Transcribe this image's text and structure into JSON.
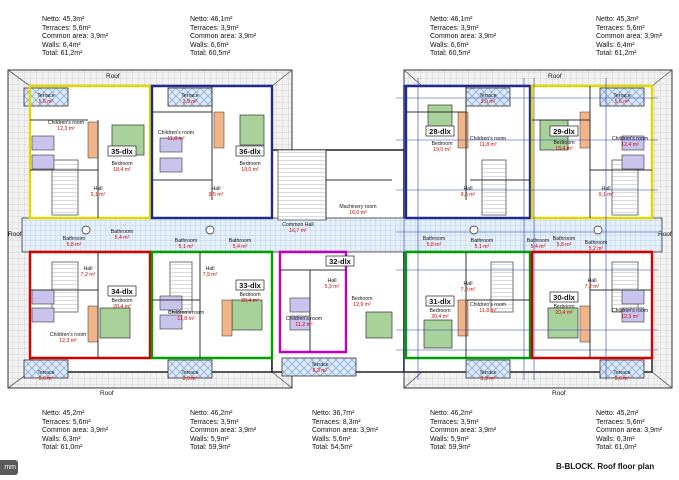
{
  "top_stats": [
    {
      "netto": "Netto: 45,3m²",
      "terraces": "Terraces: 5,6m²",
      "common": "Common area: 3,9m²",
      "walls": "Walls: 6,4m²",
      "total": "Total: 61,2m²"
    },
    {
      "netto": "Netto: 46,1m²",
      "terraces": "Terraces: 3,9m²",
      "common": "Common area: 3,9m²",
      "walls": "Walls: 6,6m²",
      "total": "Total: 60,5m²"
    },
    {
      "netto": "Netto: 46,1m²",
      "terraces": "Terraces: 3,9m²",
      "common": "Common area: 3,9m²",
      "walls": "Walls: 6,6m²",
      "total": "Total: 60,5m²"
    },
    {
      "netto": "Netto: 45,3m²",
      "terraces": "Terraces: 5,6m²",
      "common": "Common area: 3,9m²",
      "walls": "Walls: 6,4m²",
      "total": "Total: 61,2m²"
    }
  ],
  "bottom_stats": [
    {
      "netto": "Netto: 45,2m²",
      "terraces": "Terraces: 5,6m²",
      "common": "Common area: 3,9m²",
      "walls": "Walls: 6,3m²",
      "total": "Total: 61,0m²"
    },
    {
      "netto": "Netto: 46,2m²",
      "terraces": "Terraces: 3,9m²",
      "common": "Common area: 3,9m²",
      "walls": "Walls: 5,9m²",
      "total": "Total: 59,9m²"
    },
    {
      "netto": "Netto: 36,7m²",
      "terraces": "Terraces: 8,3m²",
      "common": "Common area: 3,9m²",
      "walls": "Walls: 5,6m²",
      "total": "Total: 54,5m²"
    },
    {
      "netto": "Netto: 46,2m²",
      "terraces": "Terraces: 3,9m²",
      "common": "Common area: 3,9m²",
      "walls": "Walls: 5,9m²",
      "total": "Total: 59,9m²"
    },
    {
      "netto": "Netto: 45,2m²",
      "terraces": "Terraces: 5,6m²",
      "common": "Common area: 3,9m²",
      "walls": "Walls: 6,3m²",
      "total": "Total: 61,0m²"
    }
  ],
  "roof_labels": [
    "Roof",
    "Roof",
    "Roof",
    "Roof",
    "Roof",
    "Roof"
  ],
  "apartments": [
    {
      "id": "35-dlx",
      "color": "#e2d800"
    },
    {
      "id": "36-dlx",
      "color": "#1f2a8c"
    },
    {
      "id": "28-dlx",
      "color": "#1f2a8c"
    },
    {
      "id": "29-dlx",
      "color": "#e2d800"
    },
    {
      "id": "32-dlx",
      "color": "#c000c0"
    },
    {
      "id": "34-dlx",
      "color": "#d40000"
    },
    {
      "id": "33-dlx",
      "color": "#00a000"
    },
    {
      "id": "31-dlx",
      "color": "#00a000"
    },
    {
      "id": "30-dlx",
      "color": "#d40000"
    }
  ],
  "rooms": [
    {
      "name": "Terrace",
      "area": "5,6 m²"
    },
    {
      "name": "Terrace",
      "area": "3,9 m²"
    },
    {
      "name": "Terrace",
      "area": "3,9 m²"
    },
    {
      "name": "Terrace",
      "area": "5,6 m²"
    },
    {
      "name": "Children's room",
      "area": "12,3 m²"
    },
    {
      "name": "Children's room",
      "area": "11,8 m²"
    },
    {
      "name": "Children's room",
      "area": "11,8 m²"
    },
    {
      "name": "Children's room",
      "area": "12,4 m²"
    },
    {
      "name": "Bedroom",
      "area": "18,4 m²"
    },
    {
      "name": "Bedroom",
      "area": "19,0 m²"
    },
    {
      "name": "Bedroom",
      "area": "19,0 m²"
    },
    {
      "name": "Bedroom",
      "area": "18,4 m²"
    },
    {
      "name": "Hall",
      "area": "9,1 m²"
    },
    {
      "name": "Hall",
      "area": "9,5 m²"
    },
    {
      "name": "Hall",
      "area": "9,5 m²"
    },
    {
      "name": "Hall",
      "area": "9,1 m²"
    },
    {
      "name": "Machinery room",
      "area": "16,0 m²"
    },
    {
      "name": "Common Hall",
      "area": "16,7 m²"
    },
    {
      "name": "Bathroom",
      "area": "5,8 m²"
    },
    {
      "name": "Bathroom",
      "area": "5,4 m²"
    },
    {
      "name": "Bathroom",
      "area": "5,1 m²"
    },
    {
      "name": "Bathroom",
      "area": "5,4 m²"
    },
    {
      "name": "Bathroom",
      "area": "5,8 m²"
    },
    {
      "name": "Bathroom",
      "area": "5,1 m²"
    },
    {
      "name": "Bathroom",
      "area": "5,4 m²"
    },
    {
      "name": "Bathroom",
      "area": "5,8 m²"
    },
    {
      "name": "Bathroom",
      "area": "5,2 m²"
    },
    {
      "name": "Hall",
      "area": "7,2 m²"
    },
    {
      "name": "Hall",
      "area": "7,9 m²"
    },
    {
      "name": "Hall",
      "area": "5,3 m²"
    },
    {
      "name": "Hall",
      "area": "7,9 m²"
    },
    {
      "name": "Hall",
      "area": "7,2 m²"
    },
    {
      "name": "Bedroom",
      "area": "20,4 m²"
    },
    {
      "name": "Bedroom",
      "area": "20,4 m²"
    },
    {
      "name": "Bedroom",
      "area": "12,9 m²"
    },
    {
      "name": "Bedroom",
      "area": "20,4 m²"
    },
    {
      "name": "Bedroom",
      "area": "20,4 m²"
    },
    {
      "name": "Children's room",
      "area": "12,3 m²"
    },
    {
      "name": "Children's room",
      "area": "11,8 m²"
    },
    {
      "name": "Children's room",
      "area": "11,2 m²"
    },
    {
      "name": "Children's room",
      "area": "11,8 m²"
    },
    {
      "name": "Children's room",
      "area": "12,3 m²"
    },
    {
      "name": "Terrace",
      "area": "5,6 m²"
    },
    {
      "name": "Terrace",
      "area": "3,9 m²"
    },
    {
      "name": "Terrace",
      "area": "8,3 m²"
    },
    {
      "name": "Terrace",
      "area": "3,9 m²"
    },
    {
      "name": "Terrace",
      "area": "5,6 m²"
    }
  ],
  "zoom_text": "mm",
  "plan_title": "B-BLOCK. Roof floor plan"
}
